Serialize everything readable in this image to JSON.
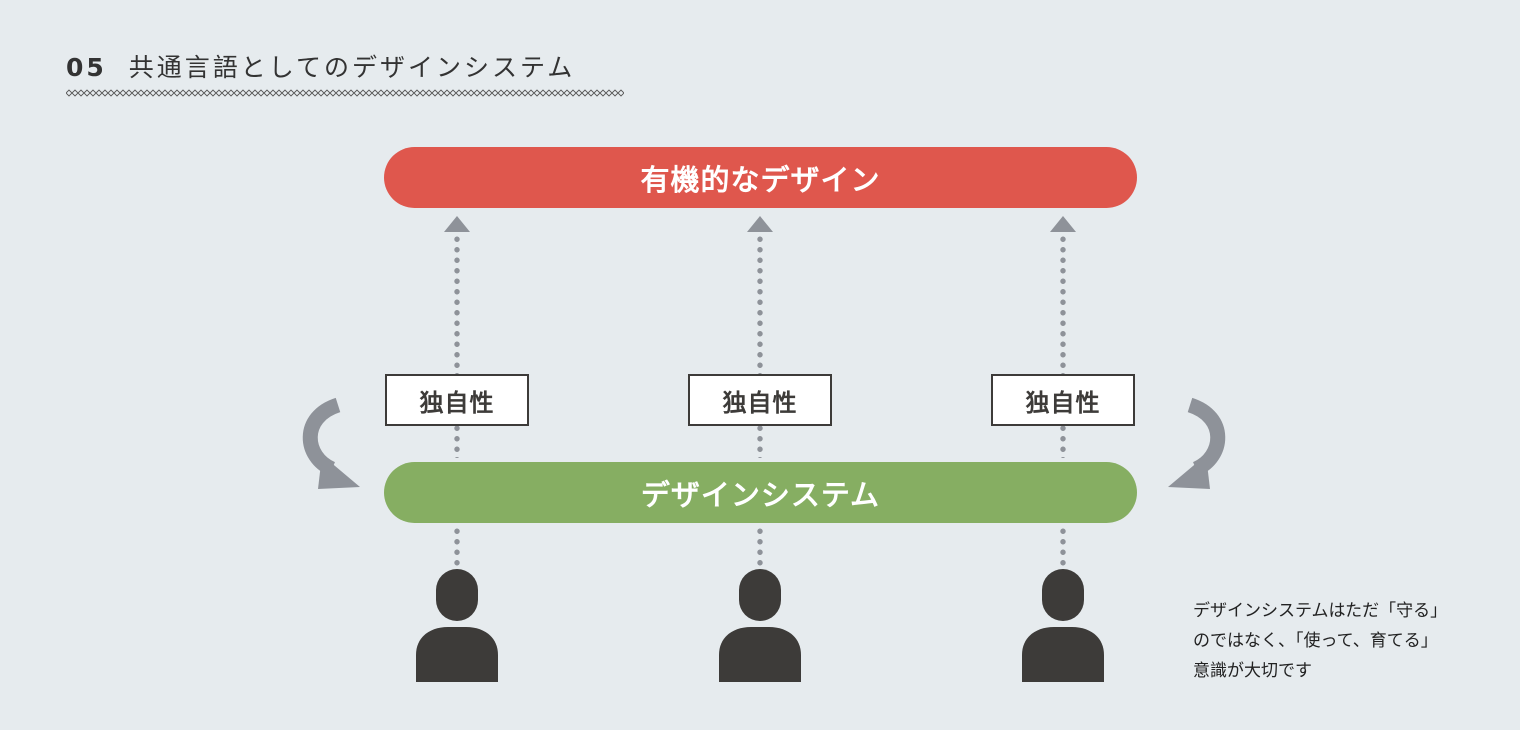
{
  "heading": {
    "number": "05",
    "title": "共通言語としてのデザインシステム"
  },
  "diagram": {
    "top_label": "有機的なデザイン",
    "bottom_label": "デザインシステム",
    "badges": [
      "独自性",
      "独自性",
      "独自性"
    ],
    "colors": {
      "top_bar": "#df574d",
      "bottom_bar": "#86ae62",
      "arrows": "#8e9299",
      "person": "#3d3b39",
      "background": "#e6ebee"
    },
    "icons": [
      "person-icon",
      "person-icon",
      "person-icon",
      "curved-arrow-icon",
      "curved-arrow-icon",
      "up-arrow-icon"
    ]
  },
  "note": {
    "lines": [
      "デザインシステムはただ「守る」",
      "のではなく、「使って、育てる」",
      "意識が大切です"
    ]
  }
}
